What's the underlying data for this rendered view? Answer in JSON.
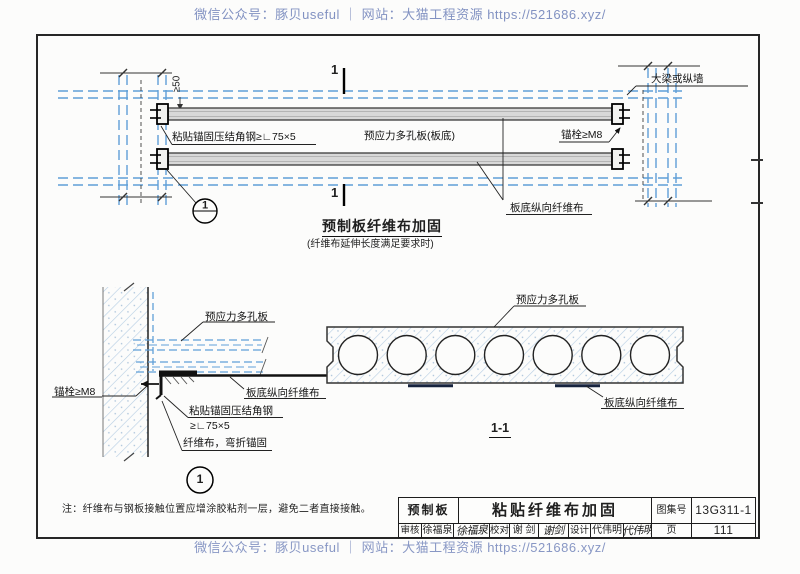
{
  "watermark": {
    "top": "微信公众号：豚贝useful ｜ 网站：大猫工程资源 https://521686.xyz/",
    "bottom": "微信公众号：豚贝useful ｜ 网站：大猫工程资源 https://521686.xyz/"
  },
  "plan": {
    "dim_min50": "≥50",
    "section_mark_top": "1",
    "section_mark_bottom": "1",
    "angle_steel_label": "粘贴锚固压结角钢≥∟75×5",
    "slab_label": "预应力多孔板(板底)",
    "anchor_bolt_label": "锚栓≥M8",
    "beam_wall_label": "大梁或纵墙",
    "fiber_label": "板底纵向纤维布",
    "detail_bubble_num": "1",
    "title": "预制板纤维布加固",
    "subtitle": "(纤维布延伸长度满足要求时)"
  },
  "detail": {
    "slab_label": "预应力多孔板",
    "anchor_bolt_label": "锚栓≥M8",
    "fiber_label": "板底纵向纤维布",
    "angle_steel_label_line1": "粘贴锚固压结角钢",
    "angle_steel_label_line2": "≥∟75×5",
    "fiber_bend_label": "纤维布，弯折锚固",
    "detail_num": "1"
  },
  "section": {
    "slab_label": "预应力多孔板",
    "fiber_label": "板底纵向纤维布",
    "name": "1-1"
  },
  "note": "注：纤维布与钢板接触位置应增涂胶粘剂一层，避免二者直接接触。",
  "titleblock": {
    "category": "预制板",
    "sheet_title": "粘贴纤维布加固",
    "atlas_label": "图集号",
    "atlas_no": "13G311-1",
    "page_label": "页",
    "page_no": "111",
    "reviewer_label": "审核",
    "reviewer_name": "徐福泉",
    "reviewer_signature": "徐福泉",
    "checker_label": "校对",
    "checker_name": "谢 剑",
    "checker_signature": "谢剑",
    "designer_label": "设计",
    "designer_name": "代伟明",
    "designer_signature": "代伟明"
  },
  "colors": {
    "dashed_blue": "#5f9fd8",
    "hatch_blue": "#b5cde3",
    "watermark_blue": "#8292c2",
    "line_black": "#1f1f1f"
  }
}
